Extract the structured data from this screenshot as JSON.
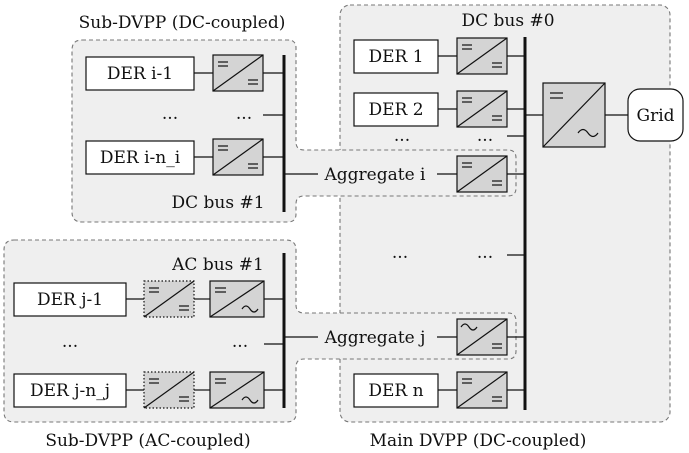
{
  "labels": {
    "sub_dc_title": "Sub-DVPP (DC-coupled)",
    "sub_ac_title": "Sub-DVPP (AC-coupled)",
    "main_title": "Main DVPP (DC-coupled)",
    "dc_bus_0": "DC bus #0",
    "dc_bus_1": "DC bus #1",
    "ac_bus_1": "AC bus #1",
    "grid": "Grid",
    "der_1": "DER 1",
    "der_2": "DER 2",
    "der_n": "DER n",
    "der_i_1": "DER i-1",
    "der_i_ni": "DER i-n_i",
    "der_j_1": "DER j-1",
    "der_j_nj": "DER j-n_j",
    "aggregate_i": "Aggregate i",
    "aggregate_j": "Aggregate j",
    "ellipsis": "..."
  }
}
